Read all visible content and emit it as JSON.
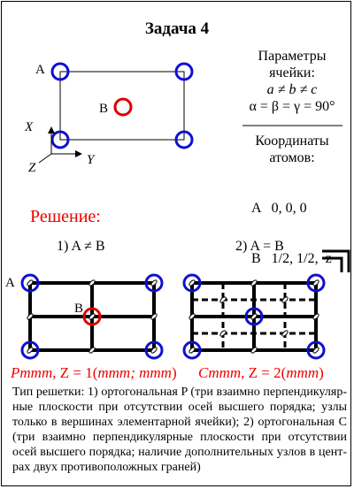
{
  "title": "Задача 4",
  "params": {
    "heading_line1": "Параметры",
    "heading_line2": "ячейки:",
    "rel_abc": "a ≠ b ≠ c",
    "angles": "α = β = γ = 90°"
  },
  "coords": {
    "heading_line1": "Координаты",
    "heading_line2": "атомов:",
    "atom_a": "A   0, 0, 0",
    "atom_b": "B   1/2, 1/2,  z"
  },
  "cell_labels": {
    "a": "A",
    "b": "B"
  },
  "axes": {
    "x": "X",
    "y": "Y",
    "z": "Z"
  },
  "solution_title": "Решение:",
  "case1": {
    "label": "1) A ≠ B",
    "atom_a": "A",
    "atom_b": "B",
    "result_symbol": "Pmmm",
    "result_z": ", Z = 1(",
    "result_group": "mmm; mmm",
    "result_close": ")"
  },
  "case2": {
    "label": "2) A = B",
    "result_symbol": "Cmmm",
    "result_z": ", Z = 2(",
    "result_group": "mmm",
    "result_close": ")"
  },
  "description": "Тип решетки: 1) ортогональная P (три взаимно перпендикуляр-ные плоскости при отсутствии осей высшего порядка; узлы только в вершинах элементарной ячейки); 2) ортогональная C (три взаимно перпендикулярные плоскости при отсутствии осей высшего порядка; наличие дополнительных узлов в цент-рах двух противоположных граней)",
  "colors": {
    "atom_a": "#1010d0",
    "atom_b": "#e00000",
    "text_red": "#ee0000"
  }
}
